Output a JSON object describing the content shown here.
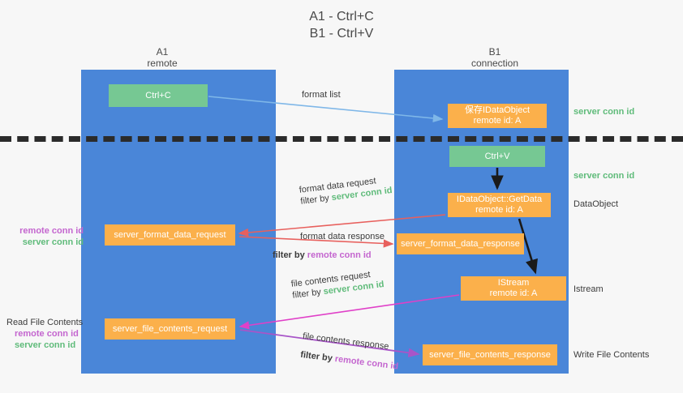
{
  "title": {
    "line1": "A1 - Ctrl+C",
    "line2": "B1 - Ctrl+V"
  },
  "columns": [
    {
      "name": "A1",
      "sub": "remote"
    },
    {
      "name": "B1",
      "sub": "connection"
    }
  ],
  "boxes": {
    "ctrl_c": {
      "label": "Ctrl+C",
      "color": "#76c893"
    },
    "idataobject": {
      "line1": "保存IDataObject",
      "line2": "remote id: A",
      "color": "#fbb04b"
    },
    "ctrl_v": {
      "label": "Ctrl+V",
      "color": "#76c893"
    },
    "getdata": {
      "line1": "IDataObject::GetData",
      "line2": "remote id: A",
      "color": "#fbb04b"
    },
    "format_data_request": {
      "label": "server_format_data_request",
      "color": "#fbb04b"
    },
    "format_data_response": {
      "label": "server_format_data_response",
      "color": "#fbb04b"
    },
    "istream": {
      "line1": "IStream",
      "line2": "remote id: A",
      "color": "#fbb04b"
    },
    "file_contents_request": {
      "label": "server_file_contents_request",
      "color": "#fbb04b"
    },
    "file_contents_response": {
      "label": "server_file_contents_response",
      "color": "#fbb04b"
    }
  },
  "annotations": {
    "format_list": "format list",
    "server_conn_id_top": "server conn id",
    "server_conn_id_mid": "server conn id",
    "dataobject": "DataObject",
    "istream": "Istream",
    "write_file_contents": "Write File Contents",
    "read_file_contents": "Read File Contents",
    "remote_conn_id": "remote conn id",
    "server_conn_id": "server conn id",
    "format_data_request": "format data request",
    "format_data_response": "format data response",
    "file_contents_request": "file contents request",
    "file_contents_response": "file contents response",
    "filter_by": "filter by "
  },
  "colors": {
    "lane": "#4a86d8",
    "green_text": "#5fbb7a",
    "magenta_text": "#c466cf",
    "orange_box": "#fbb04b",
    "green_box": "#76c893",
    "arrow_blue": "#7fb7e8",
    "arrow_red": "#e8605d",
    "arrow_magenta": "#e040c8",
    "arrow_purple": "#a855c8",
    "arrow_black": "#1a1a1a",
    "dashed_line": "#2b2b2b"
  }
}
